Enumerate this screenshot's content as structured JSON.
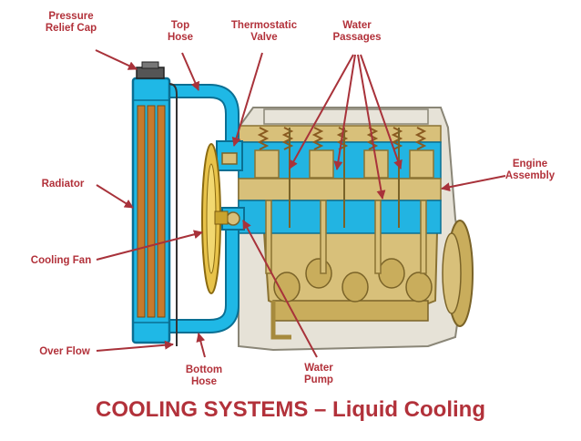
{
  "colors": {
    "label": "#b2313a",
    "coolant": "#1fb8e6",
    "coolant_dark": "#0a6f93",
    "core": "#c77a2c",
    "engine": "#d8c07a",
    "engine_dark": "#a68a3d",
    "block": "#e6e2d7",
    "arrow": "#a8323a"
  },
  "labels": {
    "pressure_relief_cap": [
      "Pressure",
      "Relief Cap"
    ],
    "top_hose": [
      "Top",
      "Hose"
    ],
    "thermostatic_valve": [
      "Thermostatic",
      "Valve"
    ],
    "water_passages": [
      "Water",
      "Passages"
    ],
    "engine_assembly": [
      "Engine",
      "Assembly"
    ],
    "radiator": "Radiator",
    "cooling_fan": "Cooling Fan",
    "over_flow": "Over Flow",
    "bottom_hose": [
      "Bottom",
      "Hose"
    ],
    "water_pump": [
      "Water",
      "Pump"
    ]
  },
  "title": "COOLING SYSTEMS – Liquid Cooling"
}
